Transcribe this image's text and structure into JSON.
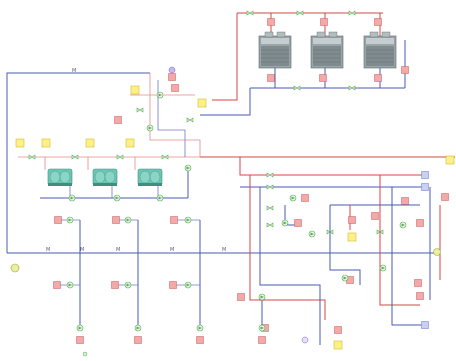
{
  "diagram": {
    "pipe_labels": {
      "main_return_top": "M",
      "return_main": "M",
      "branch_a": "M",
      "branch_b": "M",
      "branch_c": "M",
      "branch_d": "M"
    }
  },
  "colors": {
    "supply": "#d64545",
    "return": "#4a5bb5",
    "valve": "#5aa85a",
    "tag": "#f4a9a9",
    "note": "#fff08a",
    "chiller": "#5fb8a8"
  },
  "icons": [
    "cooling-tower-icon",
    "chiller-icon",
    "pump-icon",
    "valve-icon",
    "sensor-tag-icon",
    "note-icon"
  ]
}
